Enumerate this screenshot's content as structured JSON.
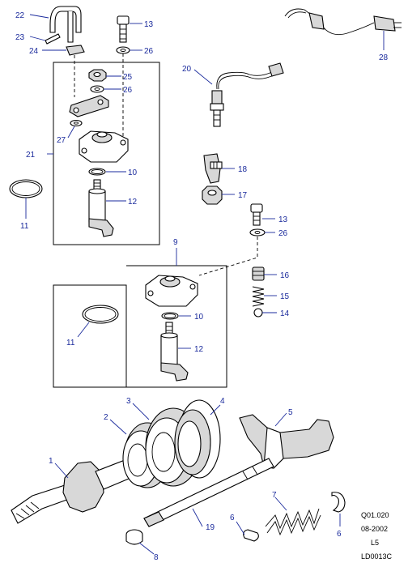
{
  "callouts": {
    "c1": "1",
    "c2": "2",
    "c3": "3",
    "c4": "4",
    "c5": "5",
    "c6a": "6",
    "c6b": "6",
    "c7": "7",
    "c8": "8",
    "c9": "9",
    "c10a": "10",
    "c10b": "10",
    "c11a": "11",
    "c11b": "11",
    "c12a": "12",
    "c12b": "12",
    "c13a": "13",
    "c13b": "13",
    "c14": "14",
    "c15": "15",
    "c16": "16",
    "c17": "17",
    "c18": "18",
    "c19": "19",
    "c20": "20",
    "c21": "21",
    "c22": "22",
    "c23": "23",
    "c24": "24",
    "c25": "25",
    "c26a": "26",
    "c26b": "26",
    "c26c": "26",
    "c27": "27",
    "c28": "28"
  },
  "reference": {
    "code": "Q01.020",
    "date": "08-2002",
    "level": "L5",
    "drawing_id": "LD0013C"
  },
  "colors": {
    "callout": "#1a2a9c",
    "line": "#000000"
  }
}
